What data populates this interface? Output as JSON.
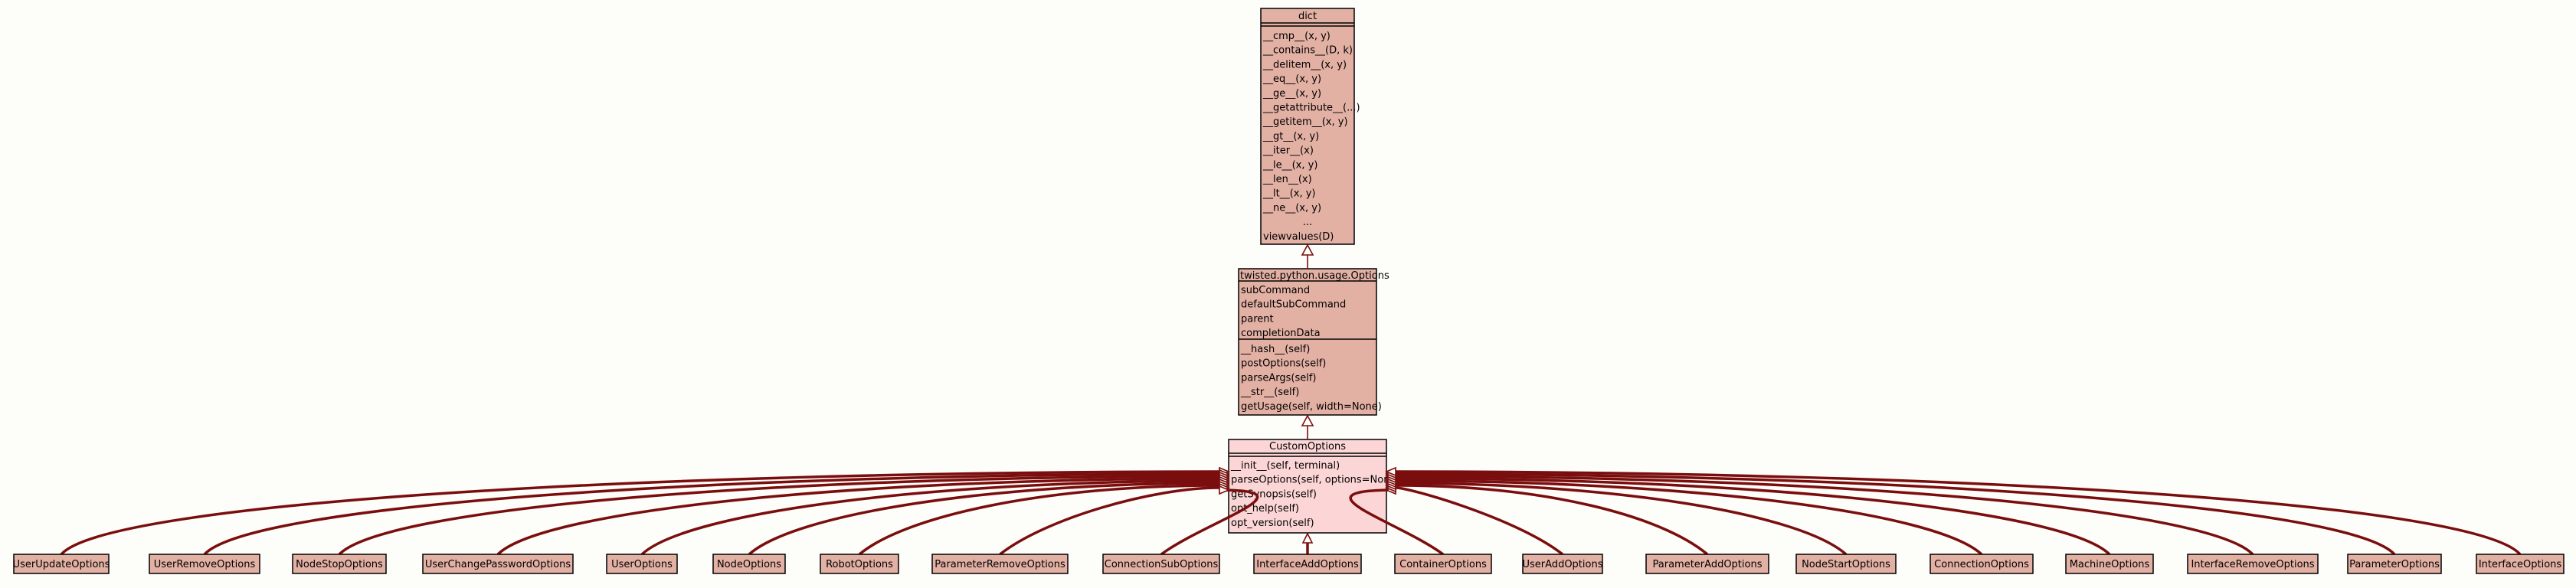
{
  "classes": {
    "dict": {
      "name": "dict",
      "methods": [
        "__cmp__(x, y)",
        "__contains__(D, k)",
        "__delitem__(x, y)",
        "__eq__(x, y)",
        "__ge__(x, y)",
        "__getattribute__(...)",
        "__getitem__(x, y)",
        "__gt__(x, y)",
        "__iter__(x)",
        "__le__(x, y)",
        "__len__(x)",
        "__lt__(x, y)",
        "__ne__(x, y)",
        "...",
        "viewvalues(D)"
      ]
    },
    "options": {
      "name": "twisted.python.usage.Options",
      "attributes": [
        "subCommand",
        "defaultSubCommand",
        "parent",
        "completionData"
      ],
      "methods": [
        "__hash__(self)",
        "postOptions(self)",
        "parseArgs(self)",
        "__str__(self)",
        "getUsage(self, width=None)"
      ]
    },
    "custom": {
      "name": "CustomOptions",
      "methods": [
        "__init__(self, terminal)",
        "parseOptions(self, options=None)",
        "getSynopsis(self)",
        "opt_help(self)",
        "opt_version(self)"
      ]
    }
  },
  "subclasses": [
    "UserUpdateOptions",
    "UserRemoveOptions",
    "NodeStopOptions",
    "UserChangePasswordOptions",
    "UserOptions",
    "NodeOptions",
    "RobotOptions",
    "ParameterRemoveOptions",
    "ConnectionSubOptions",
    "InterfaceAddOptions",
    "ContainerOptions",
    "UserAddOptions",
    "ParameterAddOptions",
    "NodeStartOptions",
    "ConnectionOptions",
    "MachineOptions",
    "InterfaceRemoveOptions",
    "ParameterOptions",
    "InterfaceOptions"
  ],
  "colors": {
    "class_fill": "#e3b0a4",
    "focus_fill": "#fcd6d6",
    "edge": "#7a0e0e",
    "background": "#fdfdf9"
  }
}
